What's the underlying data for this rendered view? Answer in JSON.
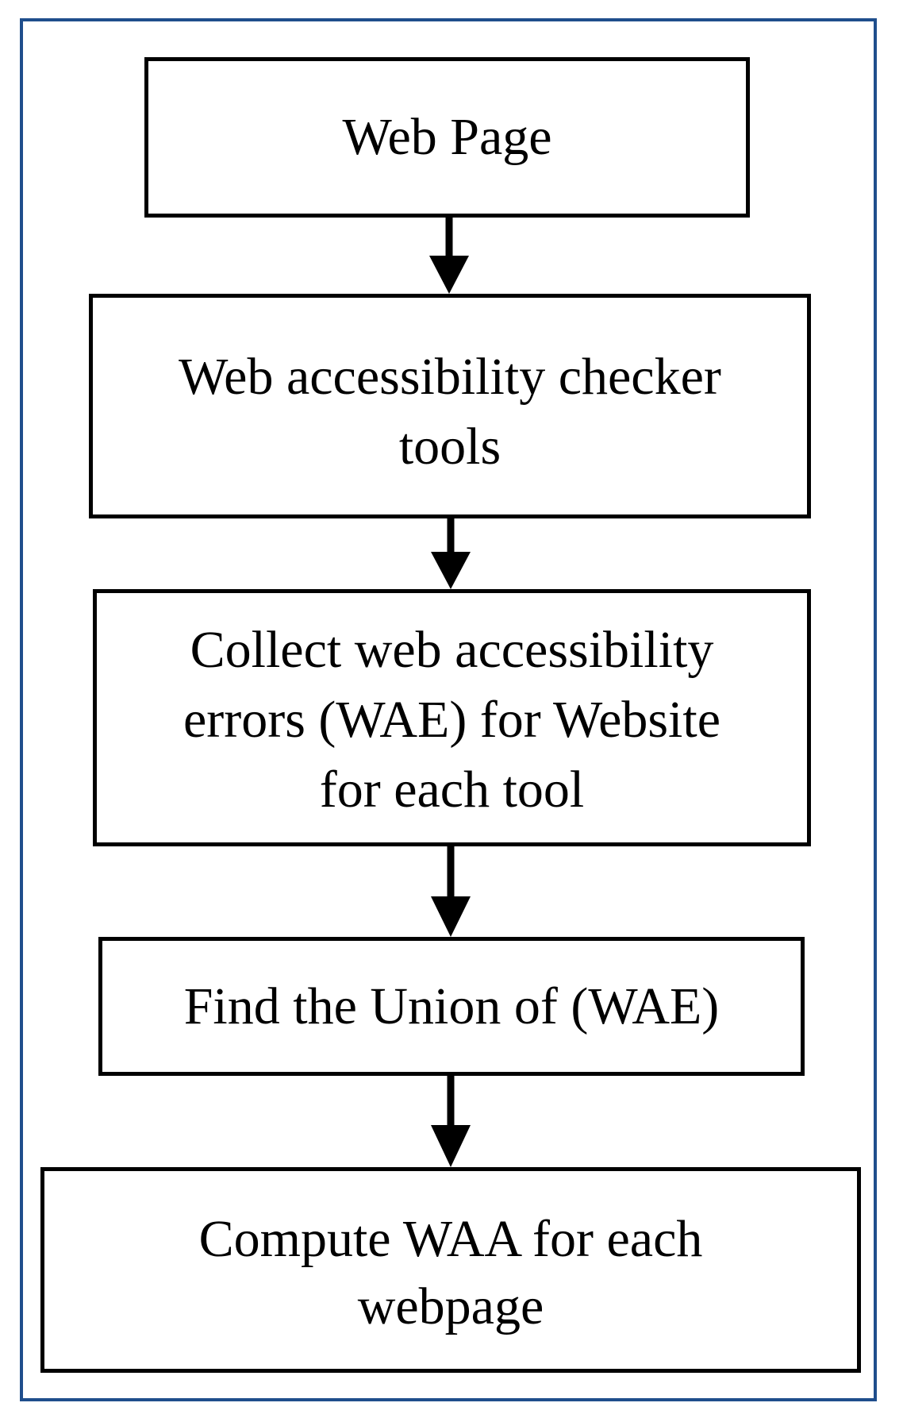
{
  "flowchart": {
    "steps": [
      {
        "lines": [
          "Web Page"
        ]
      },
      {
        "lines": [
          "Web accessibility checker",
          "tools"
        ]
      },
      {
        "lines": [
          "Collect web accessibility",
          "errors (WAE) for Website",
          "for each tool"
        ]
      },
      {
        "lines": [
          "Find the Union of (WAE)"
        ]
      },
      {
        "lines": [
          "Compute WAA for each",
          "webpage"
        ]
      }
    ]
  },
  "colors": {
    "frame_border": "#1f4e8c",
    "box_border": "#000000",
    "arrow": "#000000"
  }
}
